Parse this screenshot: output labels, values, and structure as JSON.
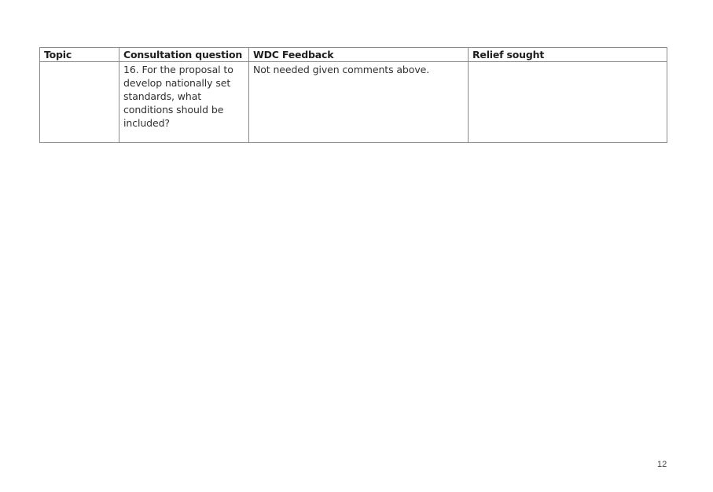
{
  "table": {
    "headers": [
      "Topic",
      "Consultation question",
      "WDC Feedback",
      "Relief sought"
    ],
    "rows": [
      {
        "topic": "",
        "consultation_question": "16. For the proposal to develop nationally set standards, what conditions should be included?",
        "wdc_feedback": "Not needed given comments above.",
        "relief_sought": ""
      }
    ]
  },
  "footer": {
    "page_number": "12"
  }
}
